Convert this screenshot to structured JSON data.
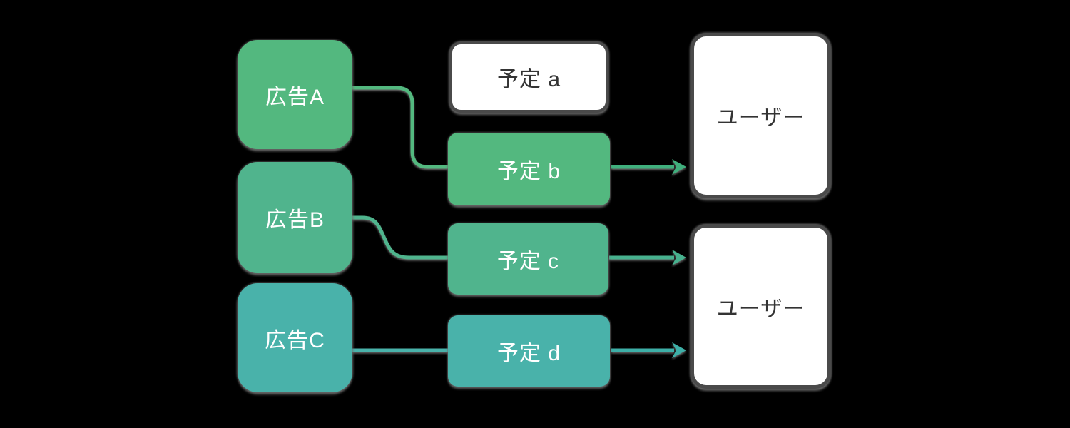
{
  "diagram": {
    "background": "#000000",
    "nodes": {
      "ads": [
        {
          "id": "ad-a",
          "label": "広告A",
          "color": "#53B87F"
        },
        {
          "id": "ad-b",
          "label": "広告B",
          "color": "#50B48D"
        },
        {
          "id": "ad-c",
          "label": "広告C",
          "color": "#49B2AA"
        }
      ],
      "plans": [
        {
          "id": "plan-a",
          "label": "予定 a",
          "color": "#FFFFFF",
          "variant": "white-bordered"
        },
        {
          "id": "plan-b",
          "label": "予定 b",
          "color": "#53B87F"
        },
        {
          "id": "plan-c",
          "label": "予定 c",
          "color": "#50B48D"
        },
        {
          "id": "plan-d",
          "label": "予定 d",
          "color": "#49B2AA"
        }
      ],
      "users": [
        {
          "id": "user-1",
          "label": "ユーザー",
          "color": "#FFFFFF"
        },
        {
          "id": "user-2",
          "label": "ユーザー",
          "color": "#FFFFFF"
        }
      ]
    },
    "connectors": [
      {
        "from": "ad-a",
        "to": "plan-b",
        "color": "#53B87F",
        "arrow": false
      },
      {
        "from": "ad-b",
        "to": "plan-c",
        "color": "#50B48D",
        "arrow": false
      },
      {
        "from": "ad-c",
        "to": "plan-d",
        "color": "#49B2AA",
        "arrow": false
      },
      {
        "from": "plan-b",
        "to": "user-1",
        "color": "#3FAF7D",
        "arrow": true
      },
      {
        "from": "plan-c",
        "to": "user-2",
        "color": "#47B18E",
        "arrow": true
      },
      {
        "from": "plan-d",
        "to": "user-2",
        "color": "#3EAFA7",
        "arrow": true
      }
    ],
    "colors": {
      "border_dark": "#4A4A4A",
      "text_dark": "#333333",
      "text_light": "#FFFFFF",
      "shadow_gray": "#6B6B6B",
      "background": "#000000"
    }
  }
}
